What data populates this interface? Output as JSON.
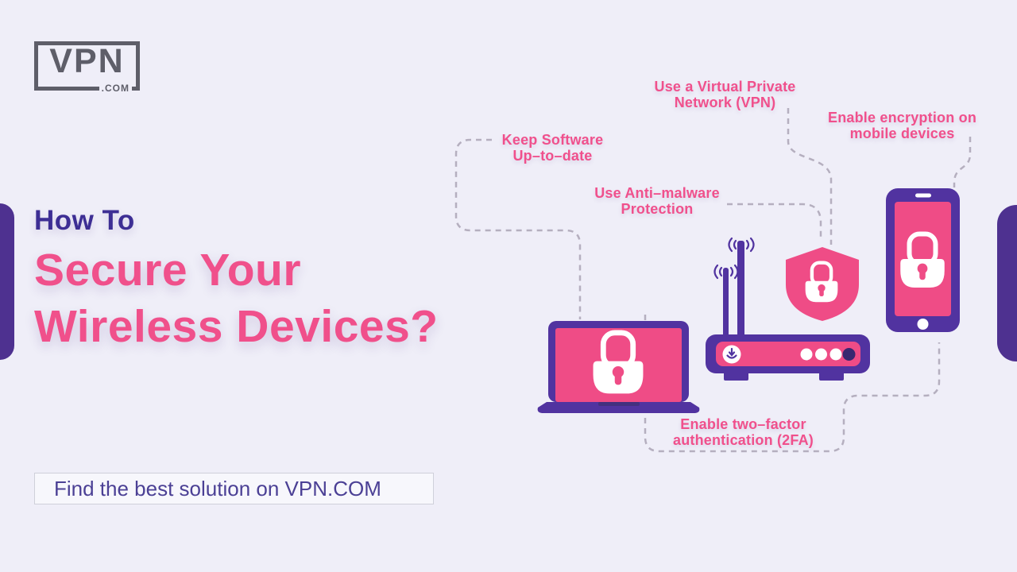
{
  "logo": {
    "text": "VPN",
    "suffix": ".COM"
  },
  "header": {
    "kicker": "How To",
    "title_line1": "Secure Your",
    "title_line2": "Wireless Devices?"
  },
  "labels": {
    "keep_software": {
      "line1": "Keep Software",
      "line2": "Up–to–date"
    },
    "vpn": {
      "line1": "Use a Virtual Private",
      "line2": "Network (VPN)"
    },
    "anti_malware": {
      "line1": "Use Anti–malware",
      "line2": "Protection"
    },
    "encryption": {
      "line1": "Enable encryption on",
      "line2": "mobile devices"
    },
    "two_factor": {
      "line1": "Enable two–factor",
      "line2": "authentication (2FA)"
    }
  },
  "footer": {
    "text": "Find the best solution on VPN.COM"
  },
  "icons": [
    "padlock-icon",
    "shield-icon",
    "wifi-signal-icon",
    "laptop-illustration",
    "router-illustration",
    "smartphone-illustration"
  ],
  "colors": {
    "background": "#efeef8",
    "accent_pink": "#f0508c",
    "device_pink": "#ef4c86",
    "device_purple": "#5133a0",
    "edge_pill_purple": "#4e3190",
    "kicker_indigo": "#3d2e94",
    "dashed_line_gray": "#b5afbf",
    "logo_gray": "#5e5e69",
    "footer_text_purple": "#4b4095"
  }
}
